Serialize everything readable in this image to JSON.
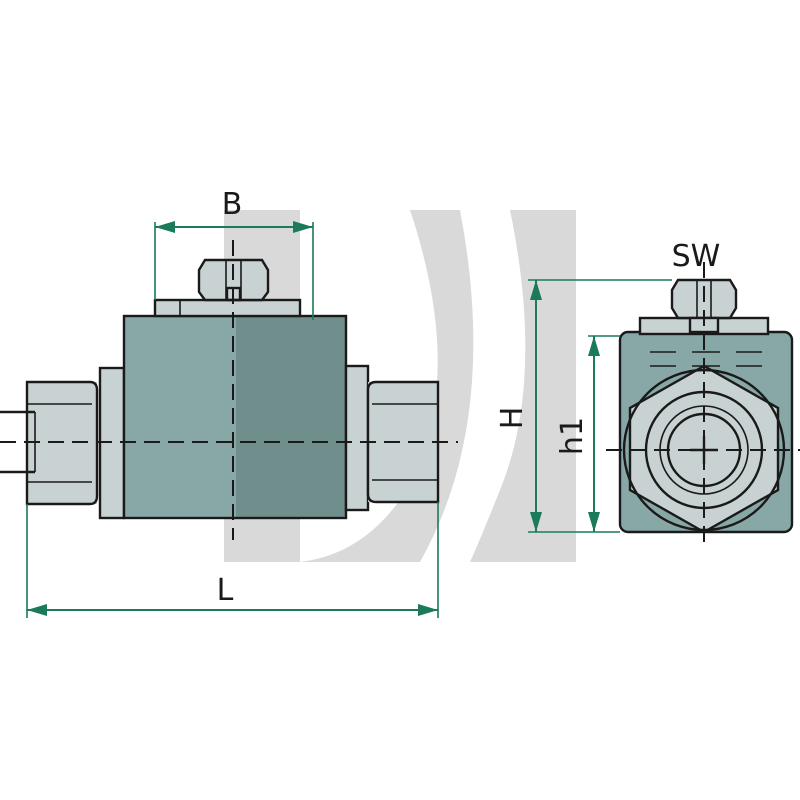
{
  "dimensions": {
    "B": "B",
    "L": "L",
    "SW": "SW",
    "H": "H",
    "h1": "h1"
  },
  "colors": {
    "body": "#87a8a6",
    "body_shade": "#6f8e8c",
    "fitting": "#c8d2d2",
    "dimension": "#1a7a5a",
    "watermark": "#d9d9d9"
  }
}
